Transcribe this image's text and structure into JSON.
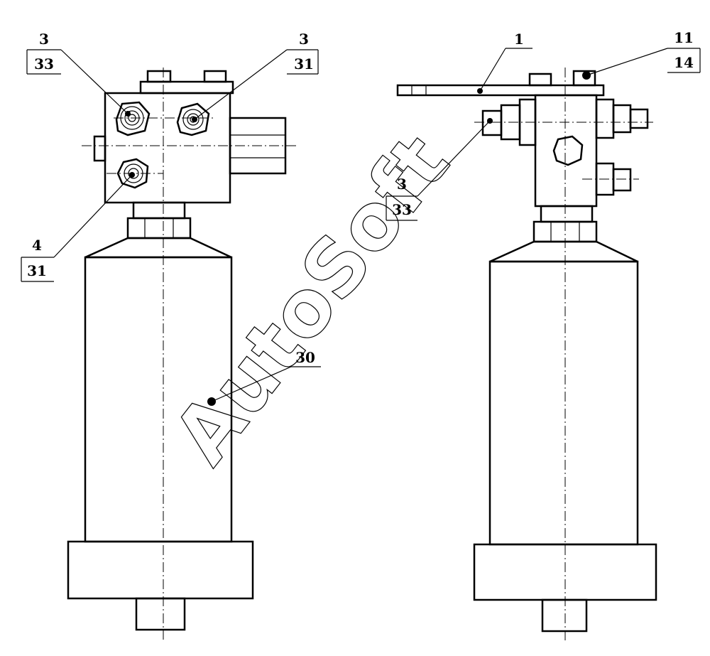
{
  "watermark": "AutoSoft",
  "callouts": {
    "left_top_left": {
      "top": "3",
      "bottom": "33"
    },
    "left_top_right": {
      "top": "3",
      "bottom": "31"
    },
    "left_lower": {
      "top": "4",
      "bottom": "31"
    },
    "body_left": {
      "label": "30"
    },
    "lever_right": {
      "label": "1"
    },
    "right_top": {
      "top": "11",
      "bottom": "14"
    },
    "right_side": {
      "top": "3",
      "bottom": "33"
    }
  }
}
